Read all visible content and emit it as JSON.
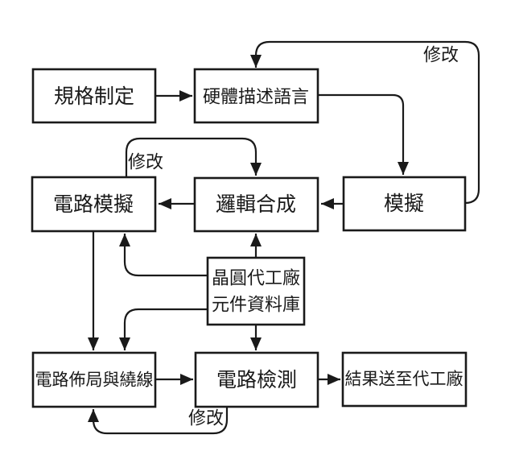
{
  "diagram": {
    "title": "IC design flow chart (Traditional Chinese)",
    "colors": {
      "background": "#ffffff",
      "line": "#1a1a1a",
      "box_fill": "#ffffff",
      "text": "#1a1a1a"
    },
    "nodes": [
      {
        "id": "spec",
        "label": "規格制定"
      },
      {
        "id": "hdl",
        "label": "硬體描述語言"
      },
      {
        "id": "circuit-sim",
        "label": "電路模擬"
      },
      {
        "id": "logic-synth",
        "label": "邏輯合成"
      },
      {
        "id": "sim",
        "label": "模擬"
      },
      {
        "id": "foundry-db",
        "label": "晶圓代工廠元件資料庫",
        "line1": "晶圓代工廠",
        "line2": "元件資料庫"
      },
      {
        "id": "layout",
        "label": "電路佈局與繞線"
      },
      {
        "id": "check",
        "label": "電路檢測"
      },
      {
        "id": "result",
        "label": "結果送至代工廠"
      }
    ],
    "edge_labels": [
      {
        "id": "modify-top",
        "text": "修改"
      },
      {
        "id": "modify-middle",
        "text": "修改"
      },
      {
        "id": "modify-bottom",
        "text": "修改"
      }
    ],
    "edges": [
      {
        "from": "spec",
        "to": "hdl"
      },
      {
        "from": "hdl",
        "to": "sim"
      },
      {
        "from": "sim",
        "to": "logic-synth"
      },
      {
        "from": "logic-synth",
        "to": "circuit-sim"
      },
      {
        "from": "sim",
        "to": "hdl",
        "label": "修改"
      },
      {
        "from": "circuit-sim",
        "to": "logic-synth",
        "label": "修改"
      },
      {
        "from": "circuit-sim",
        "to": "layout"
      },
      {
        "from": "foundry-db",
        "to": "circuit-sim"
      },
      {
        "from": "foundry-db",
        "to": "layout"
      },
      {
        "from": "foundry-db",
        "to": "logic-synth"
      },
      {
        "from": "foundry-db",
        "to": "check"
      },
      {
        "from": "layout",
        "to": "check"
      },
      {
        "from": "check",
        "to": "result"
      },
      {
        "from": "check",
        "to": "layout",
        "label": "修改"
      }
    ]
  }
}
